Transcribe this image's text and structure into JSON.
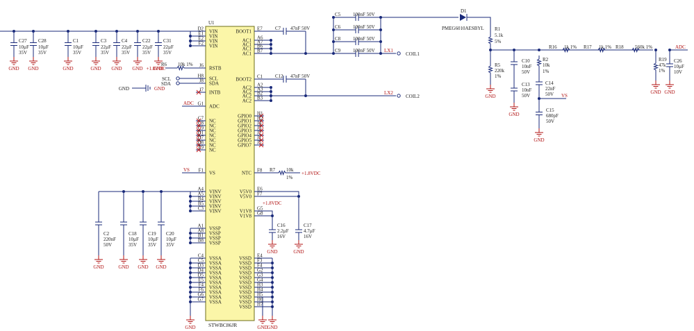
{
  "ic": {
    "ref": "U1",
    "part": "STWBC86JR",
    "left_pins": [
      {
        "num": "D2",
        "name": "VIN"
      },
      {
        "num": "E1",
        "name": "VIN"
      },
      {
        "num": "E2",
        "name": "VIN"
      },
      {
        "num": "F2",
        "name": "VIN"
      },
      {
        "num": "J6",
        "name": "RSTB"
      },
      {
        "num": "H8",
        "name": "SCL"
      },
      {
        "num": "J8",
        "name": "SDA"
      },
      {
        "num": "J7",
        "name": "INTB"
      },
      {
        "num": "G1",
        "name": "ADC"
      },
      {
        "num": "C7",
        "name": "NC"
      },
      {
        "num": "C8",
        "name": "NC"
      },
      {
        "num": "C9",
        "name": "NC"
      },
      {
        "num": "D1",
        "name": "NC"
      },
      {
        "num": "D7",
        "name": "NC"
      },
      {
        "num": "D8",
        "name": "NC"
      },
      {
        "num": "E9",
        "name": "NC"
      },
      {
        "num": "F1",
        "name": "VS"
      },
      {
        "num": "A4",
        "name": "VINV"
      },
      {
        "num": "A5",
        "name": "VINV"
      },
      {
        "num": "B4",
        "name": "VINV"
      },
      {
        "num": "B5",
        "name": "VINV"
      },
      {
        "num": "C3",
        "name": "VINV"
      },
      {
        "num": "A1",
        "name": "VSSP"
      },
      {
        "num": "A8",
        "name": "VSSP"
      },
      {
        "num": "B1",
        "name": "VSSP"
      },
      {
        "num": "B8",
        "name": "VSSP"
      },
      {
        "num": "C4",
        "name": "VSSA"
      },
      {
        "num": "C5",
        "name": "VSSA"
      },
      {
        "num": "D3",
        "name": "VSSA"
      },
      {
        "num": "D4",
        "name": "VSSA"
      },
      {
        "num": "D5",
        "name": "VSSA"
      },
      {
        "num": "E5",
        "name": "VSSA"
      },
      {
        "num": "F4",
        "name": "VSSA"
      },
      {
        "num": "F6",
        "name": "VSSA"
      },
      {
        "num": "G6",
        "name": "VSSA"
      },
      {
        "num": "G7",
        "name": "VSSA"
      }
    ],
    "right_pins": [
      {
        "num": "E7",
        "name": "BOOT1"
      },
      {
        "num": "A6",
        "name": "AC1"
      },
      {
        "num": "A7",
        "name": "AC1"
      },
      {
        "num": "B6",
        "name": "AC1"
      },
      {
        "num": "B7",
        "name": "AC1"
      },
      {
        "num": "C1",
        "name": "BOOT2"
      },
      {
        "num": "A2",
        "name": "AC2"
      },
      {
        "num": "A3",
        "name": "AC2"
      },
      {
        "num": "B2",
        "name": "AC2"
      },
      {
        "num": "B3",
        "name": "AC2"
      },
      {
        "num": "H1",
        "name": "GPIO0"
      },
      {
        "num": "H2",
        "name": "GPIO1"
      },
      {
        "num": "J4",
        "name": "GPIO2"
      },
      {
        "num": "J3",
        "name": "GPIO3"
      },
      {
        "num": "J2",
        "name": "GPIO4"
      },
      {
        "num": "J1",
        "name": "GPIO5"
      },
      {
        "num": "J5",
        "name": "GPIO7"
      },
      {
        "num": "F8",
        "name": "NTC"
      },
      {
        "num": "E6",
        "name": "V5V0"
      },
      {
        "num": "F7",
        "name": "V5V0"
      },
      {
        "num": "G5",
        "name": "V1V8"
      },
      {
        "num": "G8",
        "name": "V1V8"
      },
      {
        "num": "E4",
        "name": "VSSD"
      },
      {
        "num": "F3",
        "name": "VSSD"
      },
      {
        "num": "F4",
        "name": "VSSD"
      },
      {
        "num": "G2",
        "name": "VSSD"
      },
      {
        "num": "G3",
        "name": "VSSD"
      },
      {
        "num": "G4",
        "name": "VSSD"
      },
      {
        "num": "H3",
        "name": "VSSD"
      },
      {
        "num": "H4",
        "name": "VSSD"
      },
      {
        "num": "H5",
        "name": "VSSD"
      },
      {
        "num": "H6",
        "name": "VSSD"
      },
      {
        "num": "H7",
        "name": "VSSD"
      }
    ]
  },
  "input_caps": [
    {
      "ref": "C27",
      "value": "10µF",
      "voltage": "35V"
    },
    {
      "ref": "C28",
      "value": "10µF",
      "voltage": "35V"
    },
    {
      "ref": "C1",
      "value": "10µF",
      "voltage": "35V"
    },
    {
      "ref": "C3",
      "value": "22µF",
      "voltage": "35V"
    },
    {
      "ref": "C4",
      "value": "22µF",
      "voltage": "35V"
    },
    {
      "ref": "C22",
      "value": "22µF",
      "voltage": "35V"
    },
    {
      "ref": "C31",
      "value": "22µF",
      "voltage": "35V"
    }
  ],
  "vinv_caps": [
    {
      "ref": "C2",
      "value": "220nF",
      "voltage": "50V"
    },
    {
      "ref": "C18",
      "value": "10µF",
      "voltage": "35V"
    },
    {
      "ref": "C19",
      "value": "10µF",
      "voltage": "35V"
    },
    {
      "ref": "C20",
      "value": "10µF",
      "voltage": "35V"
    }
  ],
  "series_caps": [
    {
      "ref": "C5",
      "value": "100nF 50V"
    },
    {
      "ref": "C6",
      "value": "100nF 50V"
    },
    {
      "ref": "C8",
      "value": "100nF 50V"
    },
    {
      "ref": "C9",
      "value": "100nF 50V"
    }
  ],
  "boot_caps": [
    {
      "ref": "C7",
      "value": "47nF 50V"
    },
    {
      "ref": "C12",
      "value": "47nF 50V"
    }
  ],
  "ldo_caps": [
    {
      "ref": "C16",
      "value": "2.2µF",
      "voltage": "16V"
    },
    {
      "ref": "C17",
      "value": "4.7µF",
      "voltage": "16V"
    }
  ],
  "nets": {
    "gnd": "GND",
    "v18": "+1.8VDC",
    "vs": "VS",
    "adc": "ADC",
    "lx1": "LX1",
    "lx2": "LX2",
    "coil1": "COIL1",
    "coil2": "COIL2",
    "scl": "SCL",
    "sda": "SDA"
  },
  "resistors": {
    "r6": {
      "ref": "R6",
      "value": "10k 1%"
    },
    "r7": {
      "ref": "R7",
      "value": "10k",
      "tol": "1%"
    },
    "r1": {
      "ref": "R1",
      "value": "5.1k",
      "tol": "5%"
    },
    "r5": {
      "ref": "R5",
      "value": "220k",
      "tol": "1%"
    },
    "r2": {
      "ref": "R2",
      "value": "10k",
      "tol": "1%"
    },
    "r16": {
      "ref": "R16",
      "value": "1k 1%"
    },
    "r17": {
      "ref": "R17",
      "value": "1k 1%"
    },
    "r18": {
      "ref": "R18",
      "value": "560k 1%"
    },
    "r19": {
      "ref": "R19",
      "value": "47k",
      "tol": "1%"
    }
  },
  "detector_caps": {
    "c10": {
      "ref": "C10",
      "value": "10nF",
      "voltage": "50V"
    },
    "c13": {
      "ref": "C13",
      "value": "10nF",
      "voltage": "50V"
    },
    "c14": {
      "ref": "C14",
      "value": "22nF",
      "voltage": "50V"
    },
    "c15": {
      "ref": "C15",
      "value": "680pF",
      "voltage": "50V"
    },
    "c26": {
      "ref": "C26",
      "value": "10µF",
      "voltage": "10V"
    }
  },
  "diode": {
    "ref": "D1",
    "part": "PMEG6010AESBYL"
  },
  "colors": {
    "ic_fill": "#fbf6a8",
    "wire": "#1a2a7a",
    "net": "#b01010"
  }
}
